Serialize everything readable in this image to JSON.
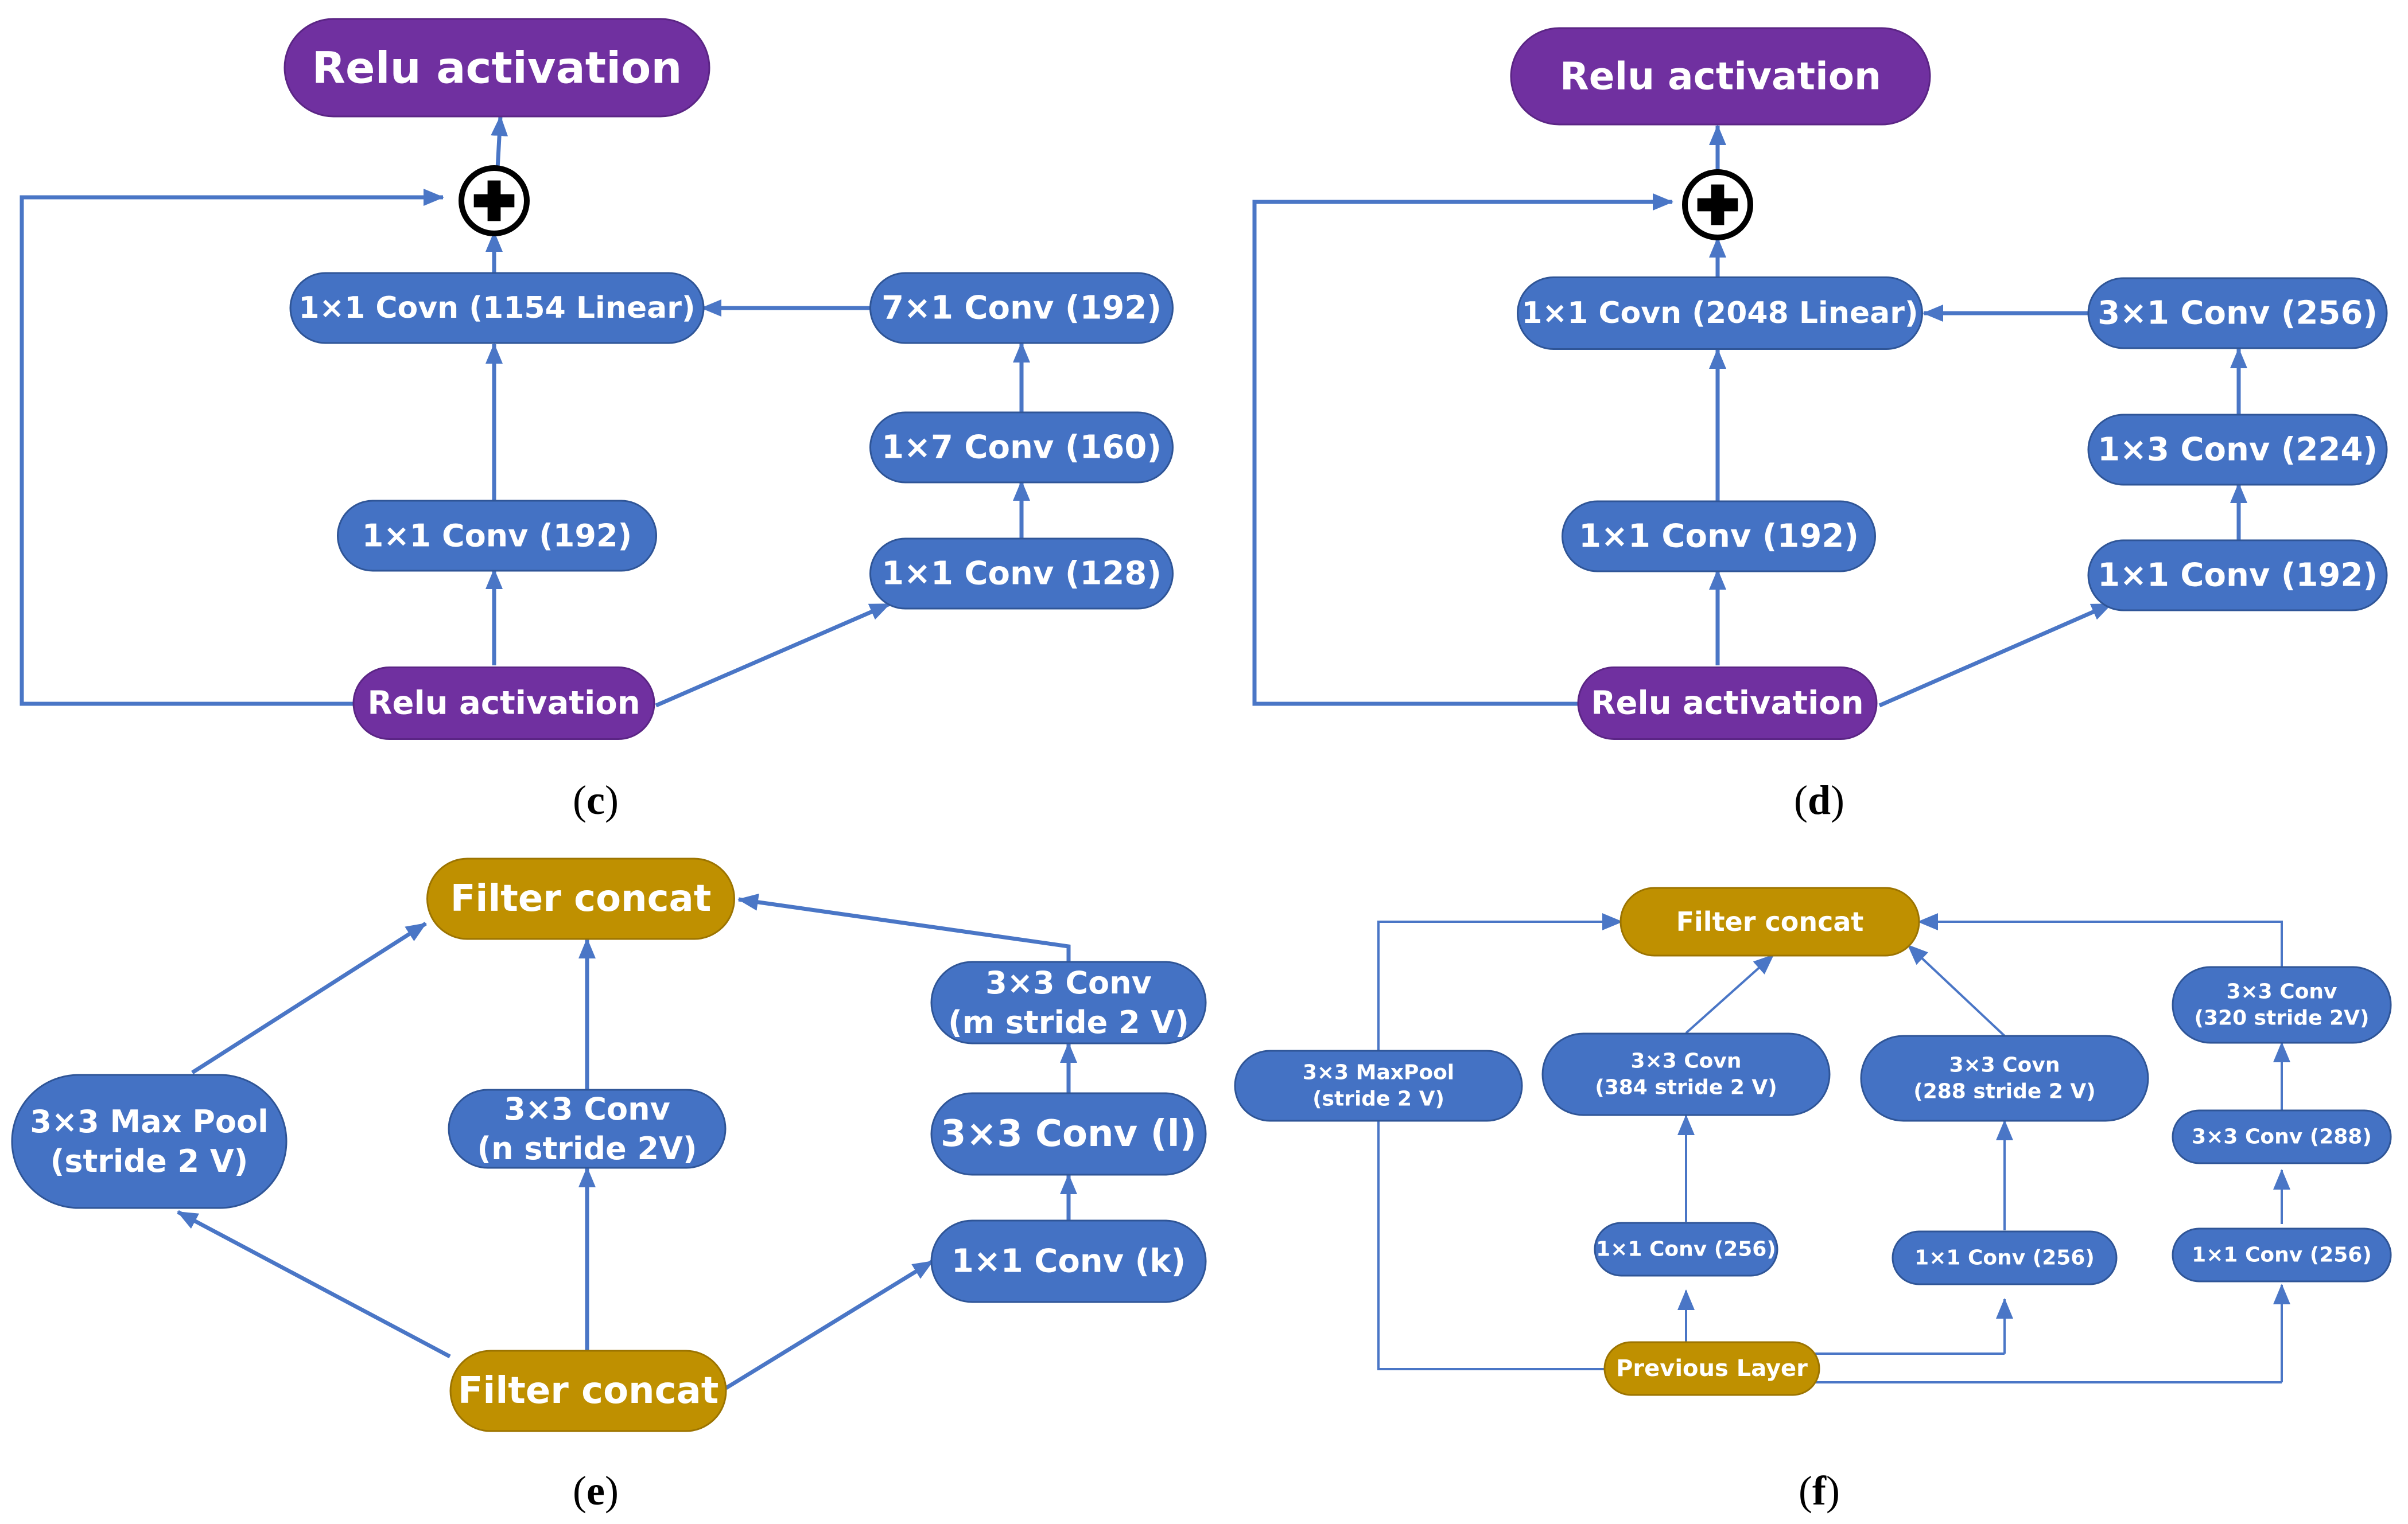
{
  "colors": {
    "blue": "#4472C4",
    "blue_stroke": "#2F5597",
    "purple": "#7030A0",
    "purple_stroke": "#5B2585",
    "gold": "#BF9000",
    "gold_stroke": "#9C7400",
    "arrow": "#4A76C6",
    "text": "#FFFFFF"
  },
  "icons": {
    "sum": "circled-plus-icon"
  },
  "panels": {
    "c": {
      "caption": "c",
      "relu_top": "Relu activation",
      "linear": "1×1 Covn (1154 Linear)",
      "left_conv": "1×1 Conv (192)",
      "right_1": "1×1 Conv (128)",
      "right_2": "1×7 Conv (160)",
      "right_3": "7×1 Conv (192)",
      "relu_bottom": "Relu activation"
    },
    "d": {
      "caption": "d",
      "relu_top": "Relu activation",
      "linear": "1×1 Covn (2048 Linear)",
      "left_conv": "1×1 Conv (192)",
      "right_1": "1×1 Conv (192)",
      "right_2": "1×3 Conv (224)",
      "right_3": "3×1 Conv (256)",
      "relu_bottom": "Relu activation"
    },
    "e": {
      "caption": "e",
      "concat_top": "Filter concat",
      "maxpool": [
        "3×3 Max Pool",
        "(stride 2 V)"
      ],
      "mid_conv": [
        "3×3 Conv",
        "(n stride 2V)"
      ],
      "right_1": "1×1 Conv (k)",
      "right_2": "3×3 Conv (l)",
      "right_3": [
        "3×3 Conv",
        "(m stride 2 V)"
      ],
      "concat_bottom": "Filter concat"
    },
    "f": {
      "caption": "f",
      "concat_top": "Filter concat",
      "maxpool": [
        "3×3 MaxPool",
        "(stride 2 V)"
      ],
      "b1_top": [
        "3×3 Covn",
        "(384 stride 2 V)"
      ],
      "b1_bottom": "1×1 Conv (256)",
      "b2_top": [
        "3×3 Covn",
        "(288 stride 2 V)"
      ],
      "b2_bottom": "1×1 Conv (256)",
      "b3_top": [
        "3×3 Conv",
        "(320 stride 2V)"
      ],
      "b3_mid": "3×3 Conv (288)",
      "b3_bottom": "1×1 Conv (256)",
      "previous_layer": "Previous Layer"
    }
  }
}
